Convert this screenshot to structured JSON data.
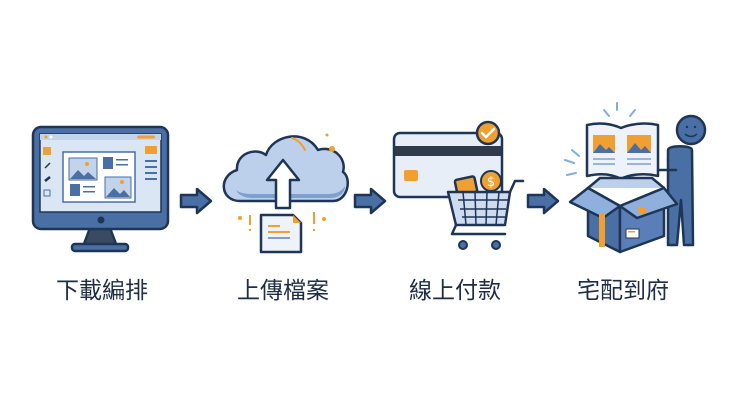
{
  "steps": [
    {
      "label": "下載編排",
      "icon": "monitor-layout-icon"
    },
    {
      "label": "上傳檔案",
      "icon": "cloud-upload-icon"
    },
    {
      "label": "線上付款",
      "icon": "card-cart-payment-icon"
    },
    {
      "label": "宅配到府",
      "icon": "box-delivery-person-icon"
    }
  ],
  "colors": {
    "blue": "#4a6fa5",
    "outline": "#1f3556",
    "light": "#dbe6f5",
    "orange": "#f0a030",
    "text": "#1e2d45"
  }
}
